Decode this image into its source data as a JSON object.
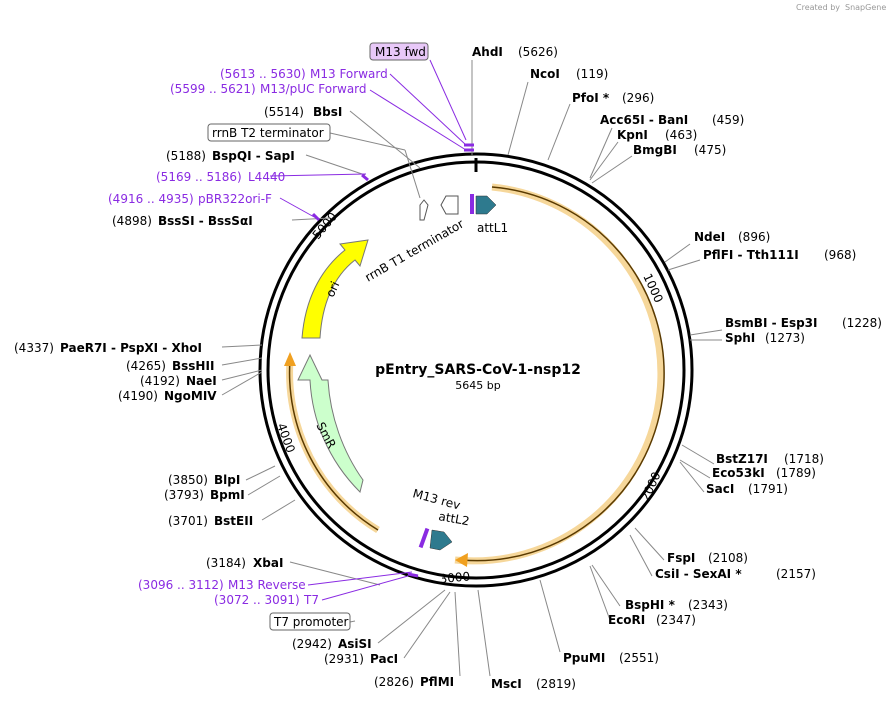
{
  "credit": {
    "created_by": "Created by",
    "brand": "SnapGene"
  },
  "plasmid": {
    "name": "pEntry_SARS-CoV-1-nsp12",
    "size": "5645 bp"
  },
  "ticks": [
    "1000",
    "2000",
    "3000",
    "4000",
    "5000"
  ],
  "enzymes_right": [
    {
      "name": "AhdI",
      "pos": "(5626)"
    },
    {
      "name": "NcoI",
      "pos": "(119)"
    },
    {
      "name": "PfoI *",
      "pos": "(296)"
    },
    {
      "name": "Acc65I  -  BanI",
      "pos": "(459)"
    },
    {
      "name": "KpnI",
      "pos": "(463)"
    },
    {
      "name": "BmgBI",
      "pos": "(475)"
    },
    {
      "name": "NdeI",
      "pos": "(896)"
    },
    {
      "name": "PflFI  -  Tth111I",
      "pos": "(968)"
    },
    {
      "name": "BsmBI  -  Esp3I",
      "pos": "(1228)"
    },
    {
      "name": "SphI",
      "pos": "(1273)"
    },
    {
      "name": "BstZ17I",
      "pos": "(1718)"
    },
    {
      "name": "Eco53kI",
      "pos": "(1789)"
    },
    {
      "name": "SacI",
      "pos": "(1791)"
    },
    {
      "name": "FspI",
      "pos": "(2108)"
    },
    {
      "name": "CsiI  -  SexAI *",
      "pos": "(2157)"
    },
    {
      "name": "BspHI *",
      "pos": "(2343)"
    },
    {
      "name": "EcoRI",
      "pos": "(2347)"
    },
    {
      "name": "PpuMI",
      "pos": "(2551)"
    },
    {
      "name": "MscI",
      "pos": "(2819)"
    }
  ],
  "enzymes_left": [
    {
      "name": "BbsI",
      "pos": "(5514)"
    },
    {
      "name": "BspQI  -  SapI",
      "pos": "(5188)"
    },
    {
      "name": "BssSI  -  BssSαI",
      "pos": "(4898)"
    },
    {
      "name": "PaeR7I  -  PspXI  -  XhoI",
      "pos": "(4337)"
    },
    {
      "name": "BssHII",
      "pos": "(4265)"
    },
    {
      "name": "NaeI",
      "pos": "(4192)"
    },
    {
      "name": "NgoMIV",
      "pos": "(4190)"
    },
    {
      "name": "BlpI",
      "pos": "(3850)"
    },
    {
      "name": "BpmI",
      "pos": "(3793)"
    },
    {
      "name": "BstEII",
      "pos": "(3701)"
    },
    {
      "name": "XbaI",
      "pos": "(3184)"
    },
    {
      "name": "AsiSI",
      "pos": "(2942)"
    },
    {
      "name": "PacI",
      "pos": "(2931)"
    },
    {
      "name": "PflMI",
      "pos": "(2826)"
    }
  ],
  "primers": [
    {
      "range": "(5613 .. 5630)",
      "name": "M13 Forward"
    },
    {
      "range": "(5599 .. 5621)",
      "name": "M13/pUC Forward"
    },
    {
      "range": "(5169 .. 5186)",
      "name": "L4440"
    },
    {
      "range": "(4916 .. 4935)",
      "name": "pBR322ori-F"
    },
    {
      "range": "(3096 .. 3112)",
      "name": "M13 Reverse"
    },
    {
      "range": "(3072 .. 3091)",
      "name": "T7"
    }
  ],
  "boxed_labels": {
    "m13_fwd": "M13 fwd",
    "rrnb_t2": "rrnB T2 terminator",
    "t7_promoter": "T7 promoter"
  },
  "features": {
    "attl1": "attL1",
    "attl2": "attL2",
    "m13_rev": "M13 rev",
    "rrnb_t1": "rrnB T1 terminator",
    "ori": "ori",
    "smr": "SmR"
  },
  "colors": {
    "insert": "#f0c060",
    "ori": "#ffff00",
    "smr": "#ccffcc",
    "att": "#2e7a8e",
    "primer": "#8a2be2",
    "boxed_fill": "#e8c8f8"
  }
}
